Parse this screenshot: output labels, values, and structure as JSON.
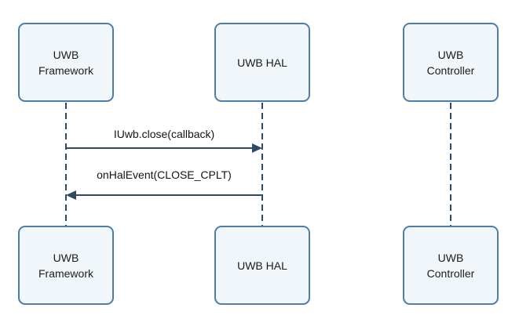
{
  "diagram": {
    "type": "sequence-diagram",
    "background_color": "#ffffff",
    "colors": {
      "actor_box_fill": "#f0f6fa",
      "actor_box_border": "#4e7ea8",
      "lifeline_and_arrow": "#2d4b66",
      "text": "#1c1c1c"
    },
    "lifelines": [
      {
        "id": "framework",
        "label": "UWB Framework"
      },
      {
        "id": "hal",
        "label": "UWB HAL"
      },
      {
        "id": "controller",
        "label": "UWB Controller"
      }
    ],
    "messages": [
      {
        "label": "IUwb.close(callback)",
        "from": "UWB Framework",
        "to": "UWB HAL",
        "direction": "right",
        "line_style": "solid",
        "arrowhead": "filled-triangle"
      },
      {
        "label": "onHalEvent(CLOSE_CPLT)",
        "from": "UWB HAL",
        "to": "UWB Framework",
        "direction": "left",
        "line_style": "solid",
        "arrowhead": "filled-triangle"
      }
    ]
  }
}
